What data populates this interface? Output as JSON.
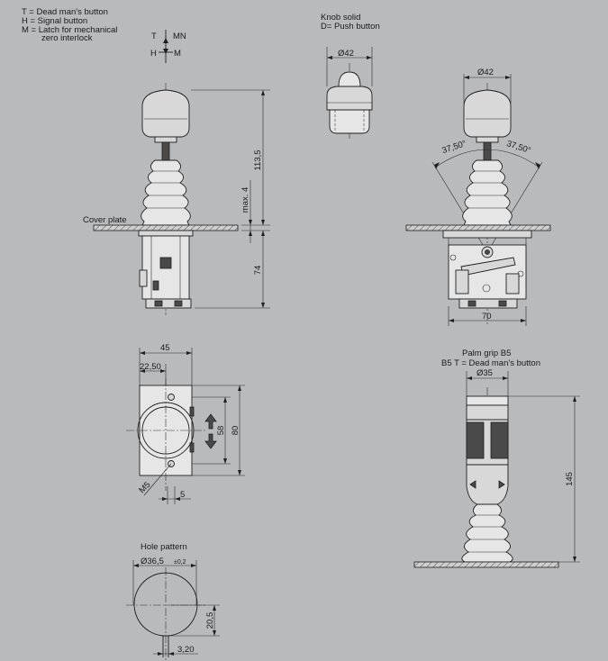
{
  "legend": {
    "line1": "T = Dead man's button",
    "line2": "H = Signal button",
    "line3": "M = Latch for mechanical",
    "line4": "zero interlock"
  },
  "gate": {
    "t": "T",
    "mn": "MN",
    "h": "H",
    "m": "M"
  },
  "knob": {
    "title": "Knob solid",
    "subtitle": "D= Push button",
    "dia": "Ø42"
  },
  "side": {
    "height": "113,5",
    "max": "max. 4",
    "below": "74",
    "cover": "Cover plate"
  },
  "front": {
    "dia": "Ø42",
    "angle_left": "37,50°",
    "angle_right": "37,50°",
    "width": "70"
  },
  "top": {
    "w45": "45",
    "w2250": "22,50",
    "h58": "58",
    "h80": "80",
    "m5": "M5",
    "d5": "5"
  },
  "palm": {
    "title": "Palm grip B5",
    "subtitle": "B5 T = Dead man's button",
    "dia": "Ø35",
    "height": "145"
  },
  "hole": {
    "title": "Hole pattern",
    "dia": "Ø36,5",
    "tol": "±0,2",
    "d205": "20,5",
    "d320": "3,20"
  }
}
